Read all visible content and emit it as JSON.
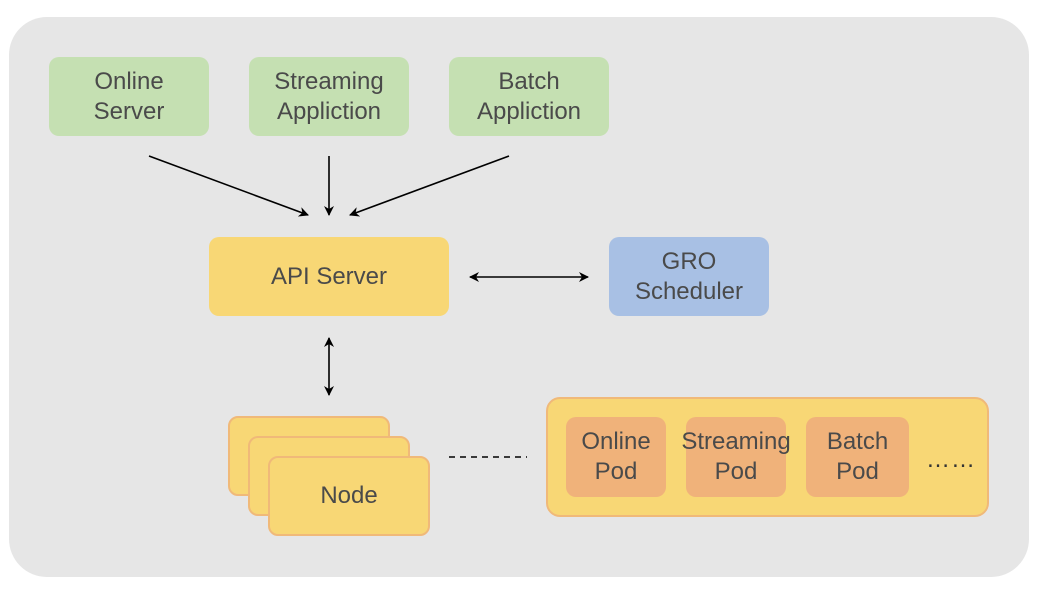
{
  "sources": [
    {
      "label": "Online\nServer"
    },
    {
      "label": "Streaming\nAppliction"
    },
    {
      "label": "Batch\nAppliction"
    }
  ],
  "api_server": {
    "label": "API Server"
  },
  "scheduler": {
    "label": "GRO\nScheduler"
  },
  "node": {
    "label": "Node"
  },
  "pods": [
    {
      "label": "Online\nPod"
    },
    {
      "label": "Streaming\nPod"
    },
    {
      "label": "Batch\nPod"
    }
  ],
  "pods_more": "……",
  "colors": {
    "background": "#e6e6e6",
    "source_box": "#c5e0b2",
    "api_box": "#f8d775",
    "scheduler_box": "#a8c0e4",
    "pod_box": "#f0b27a",
    "node_border": "#f0b979"
  }
}
